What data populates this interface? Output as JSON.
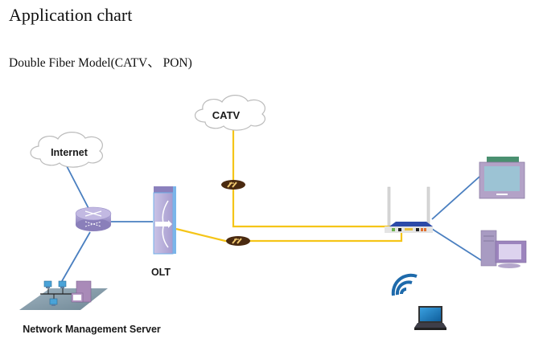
{
  "page": {
    "title": "Application chart",
    "subtitle": "Double Fiber Model(CATV、 PON)"
  },
  "diagram": {
    "nodes": {
      "catv": {
        "label": "CATV",
        "icon": "cloud-icon"
      },
      "internet": {
        "label": "Internet",
        "icon": "cloud-icon"
      },
      "router": {
        "label": "",
        "icon": "router-icon"
      },
      "olt": {
        "label": "OLT",
        "icon": "olt-switch-icon"
      },
      "nms": {
        "label": "Network Management  Server",
        "icon": "network-lan-icon"
      },
      "splitter_catv": {
        "label": "",
        "icon": "fiber-connector-icon"
      },
      "splitter_pon": {
        "label": "",
        "icon": "fiber-connector-icon"
      },
      "onu": {
        "label": "",
        "icon": "onu-wifi-router-icon"
      },
      "tv": {
        "label": "",
        "icon": "tv-icon"
      },
      "pc": {
        "label": "",
        "icon": "desktop-pc-icon"
      },
      "wifi": {
        "label": "",
        "icon": "wifi-signal-icon"
      },
      "laptop": {
        "label": "",
        "icon": "laptop-icon"
      }
    },
    "edges": [
      {
        "from": "internet",
        "to": "router",
        "type": "ethernet"
      },
      {
        "from": "router",
        "to": "olt",
        "type": "ethernet"
      },
      {
        "from": "router",
        "to": "nms",
        "type": "ethernet"
      },
      {
        "from": "catv",
        "to": "onu",
        "type": "fiber",
        "via": "splitter_catv"
      },
      {
        "from": "olt",
        "to": "onu",
        "type": "fiber",
        "via": "splitter_pon"
      },
      {
        "from": "onu",
        "to": "tv",
        "type": "ethernet"
      },
      {
        "from": "onu",
        "to": "pc",
        "type": "ethernet"
      }
    ],
    "colors": {
      "ethernet": "#4a7fc0",
      "fiber": "#f5c518",
      "device": "#a79ccf",
      "connector": "#4a2a10"
    }
  }
}
